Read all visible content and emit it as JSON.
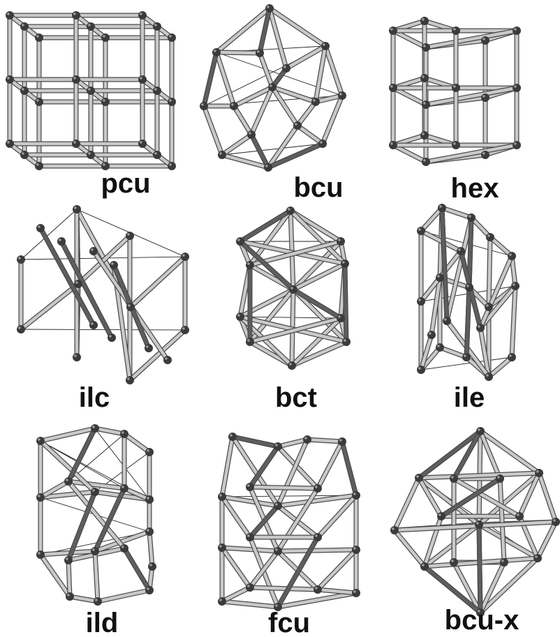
{
  "labels": {
    "pcu": "pcu",
    "bcu": "bcu",
    "hex": "hex",
    "ilc": "ilc",
    "bct": "bct",
    "ile": "ile",
    "ild": "ild",
    "fcu": "fcu",
    "bcu_x": "bcu-x"
  }
}
